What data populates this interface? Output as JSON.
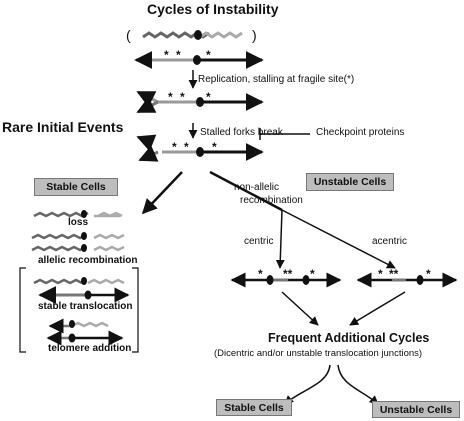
{
  "title": "Cycles of Instability",
  "left_heading": "Rare Initial Events",
  "steps": {
    "replication": "Replication, stalling at fragile site(*)",
    "stalled_break": "Stalled forks break",
    "checkpoint": "Checkpoint proteins"
  },
  "boxes": {
    "stable_top": "Stable Cells",
    "unstable_top": "Unstable Cells",
    "stable_bottom": "Stable Cells",
    "unstable_bottom": "Unstable Cells"
  },
  "branch_labels": {
    "non_allelic": "non-allelic",
    "recombination": "recombination",
    "centric": "centric",
    "acentric": "acentric"
  },
  "stable_outcomes": [
    "loss",
    "allelic recombination",
    "stable translocation",
    "telomere addition"
  ],
  "frequent": {
    "title": "Frequent Additional Cycles",
    "subtitle": "(Dicentric and/or unstable translocation junctions)"
  },
  "markers": {
    "paren_open": "(",
    "paren_close": ")",
    "star": "*",
    "double_star": "**"
  },
  "colors": {
    "dark": "#555555",
    "light": "#999999",
    "black": "#111111",
    "box_fill": "#bdbdbd"
  }
}
